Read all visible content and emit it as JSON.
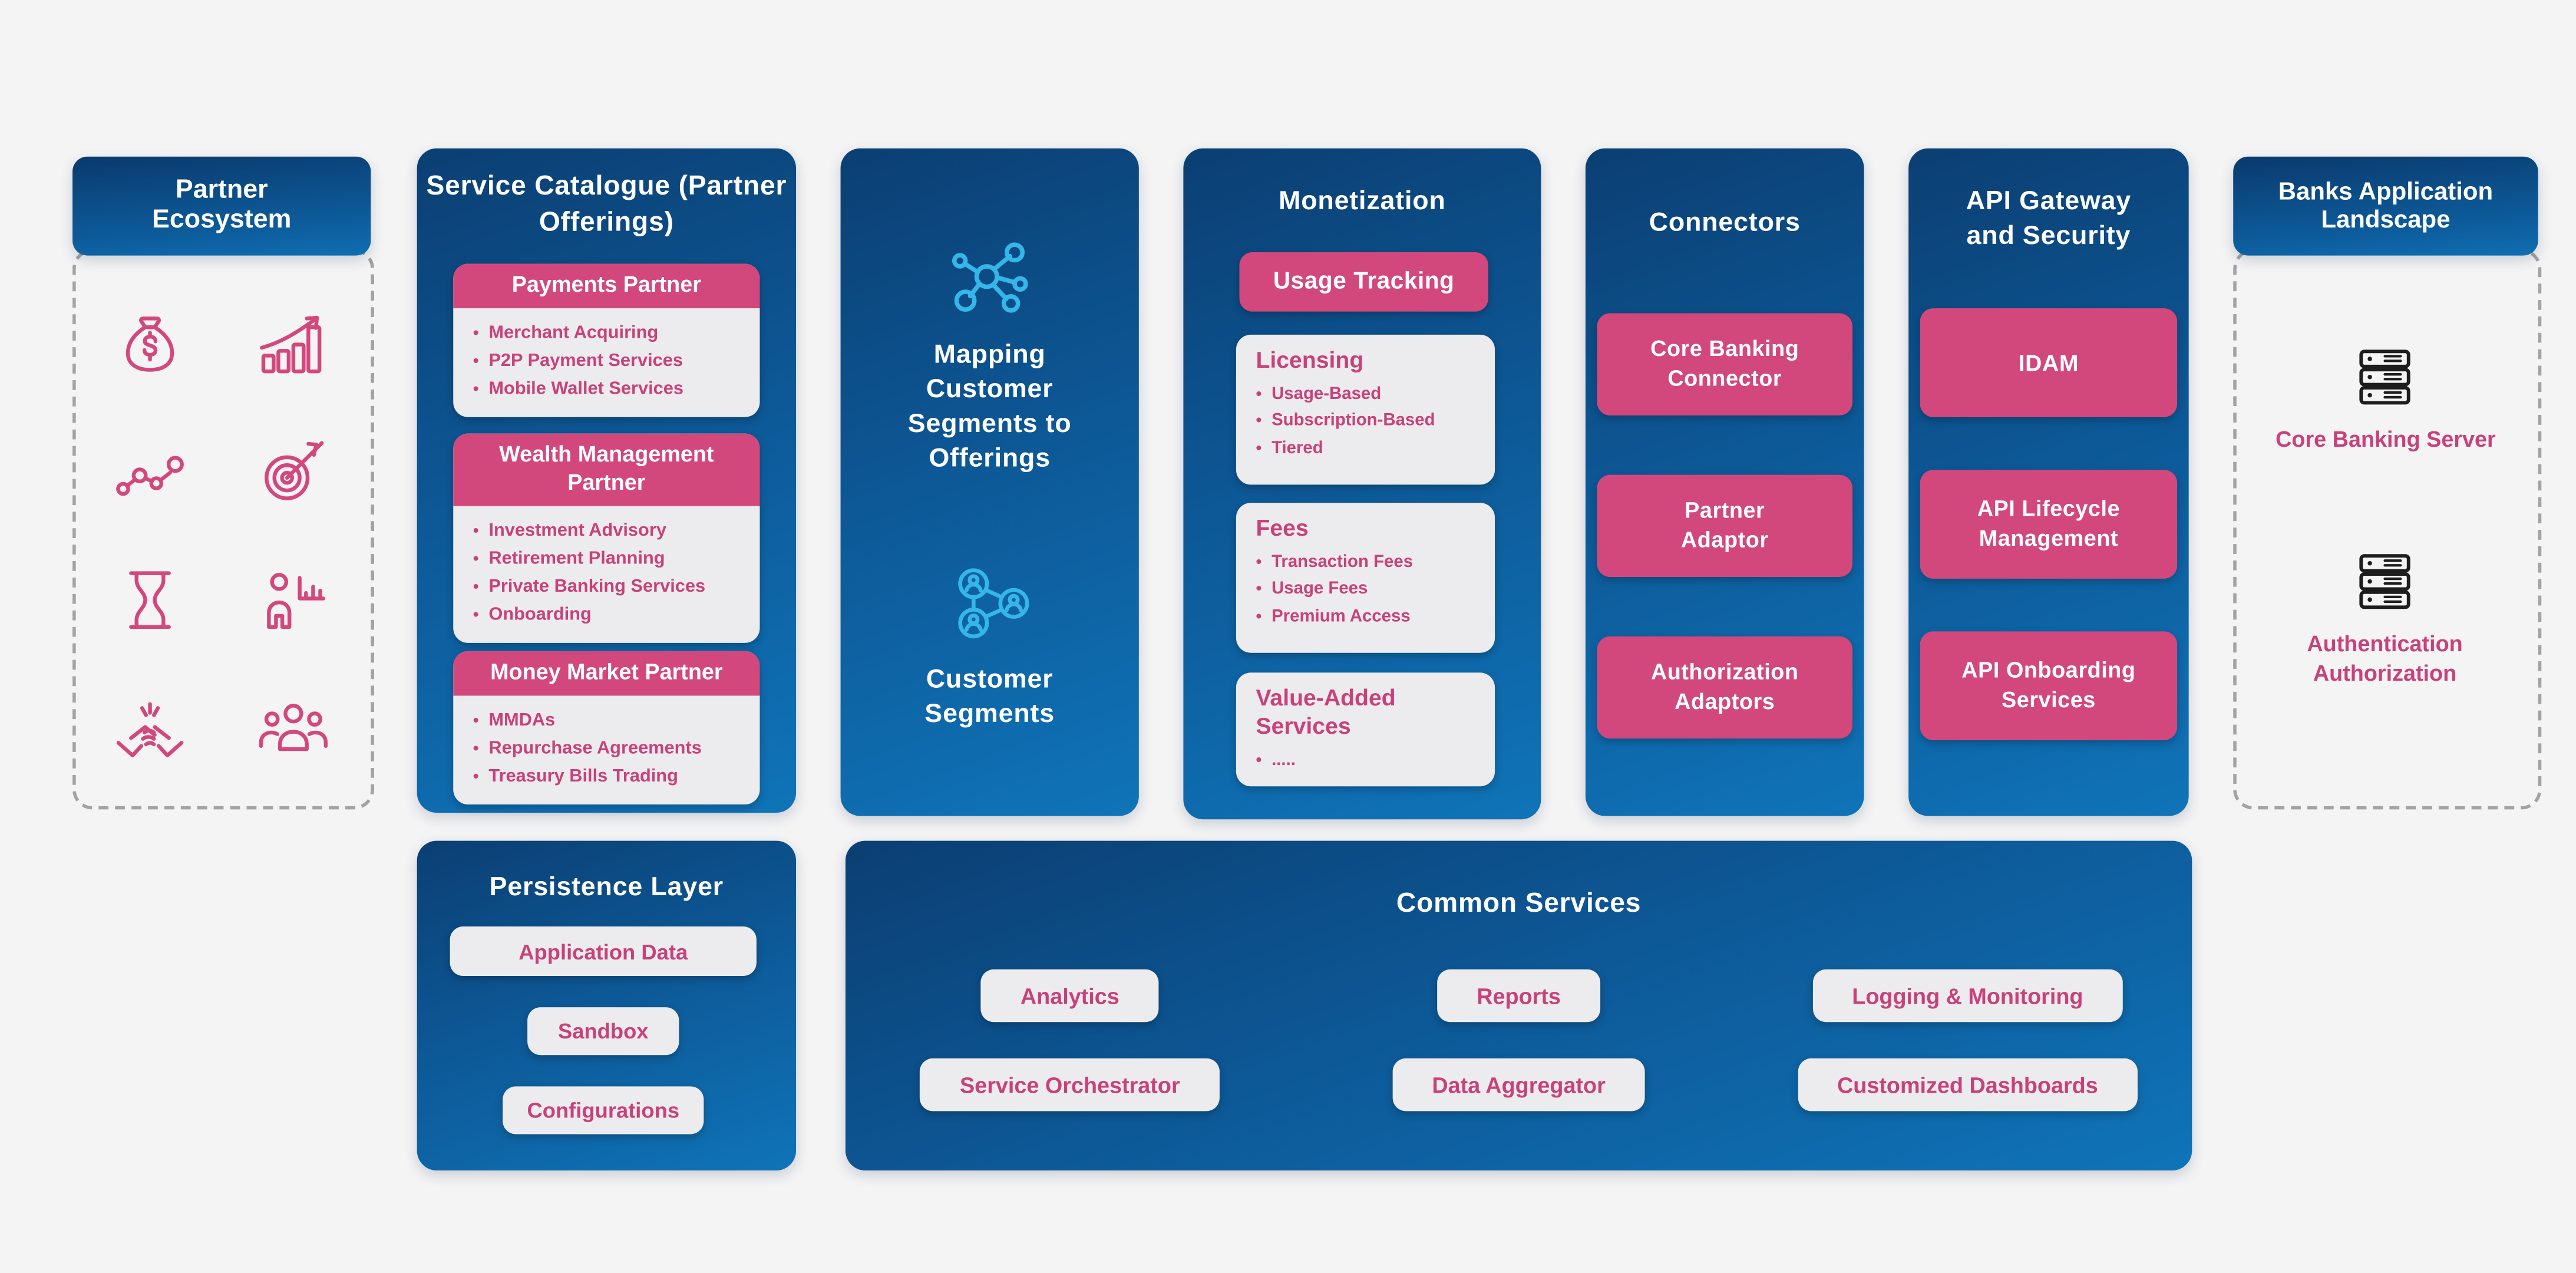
{
  "colors": {
    "page_bg": "#f4f4f5",
    "panel_blue_dark": "#0b3f73",
    "panel_blue_light": "#0f74b8",
    "pink": "#d3487c",
    "pink_text": "#c8417a",
    "light_card": "#ececee",
    "light_blue_icon": "#35b6e9",
    "server_icon_black": "#1d1d1d",
    "dashed_border": "#a3a3a3"
  },
  "partner_ecosystem": {
    "title": "Partner Ecosystem",
    "icons": [
      "money-bag",
      "growth-chart",
      "line-chart",
      "target",
      "hourglass",
      "presenter-chart",
      "handshake",
      "people-group"
    ]
  },
  "service_catalogue": {
    "title": "Service Catalogue (Partner Offerings)",
    "cards": [
      {
        "title": "Payments Partner",
        "items": [
          "Merchant Acquiring",
          "P2P Payment Services",
          "Mobile Wallet Services"
        ]
      },
      {
        "title": "Wealth Management Partner",
        "items": [
          "Investment Advisory",
          "Retirement Planning",
          "Private Banking Services",
          "Onboarding"
        ]
      },
      {
        "title": "Money Market Partner",
        "items": [
          "MMDAs",
          "Repurchase Agreements",
          "Treasury Bills Trading"
        ]
      }
    ]
  },
  "mapping": {
    "title": "Mapping Customer Segments to Offerings",
    "caption": "Customer Segments"
  },
  "monetization": {
    "title": "Monetization",
    "pill": "Usage Tracking",
    "cards": [
      {
        "title": "Licensing",
        "items": [
          "Usage-Based",
          "Subscription-Based",
          "Tiered"
        ]
      },
      {
        "title": "Fees",
        "items": [
          "Transaction Fees",
          "Usage Fees",
          "Premium Access"
        ]
      },
      {
        "title": "Value-Added Services",
        "items": [
          "....."
        ]
      }
    ]
  },
  "connectors": {
    "title": "Connectors",
    "buttons": [
      "Core Banking Connector",
      "Partner Adaptor",
      "Authorization Adaptors"
    ]
  },
  "api_gateway": {
    "title": "API Gateway and Security",
    "buttons": [
      "IDAM",
      "API Lifecycle Management",
      "API Onboarding Services"
    ]
  },
  "banks_landscape": {
    "title": "Banks Application Landscape",
    "servers": [
      "Core Banking Server",
      "Authentication Authorization"
    ]
  },
  "persistence_layer": {
    "title": "Persistence Layer",
    "pills": [
      "Application Data",
      "Sandbox",
      "Configurations"
    ]
  },
  "common_services": {
    "title": "Common Services",
    "pills": [
      "Analytics",
      "Reports",
      "Logging & Monitoring",
      "Service Orchestrator",
      "Data Aggregator",
      "Customized Dashboards"
    ]
  }
}
